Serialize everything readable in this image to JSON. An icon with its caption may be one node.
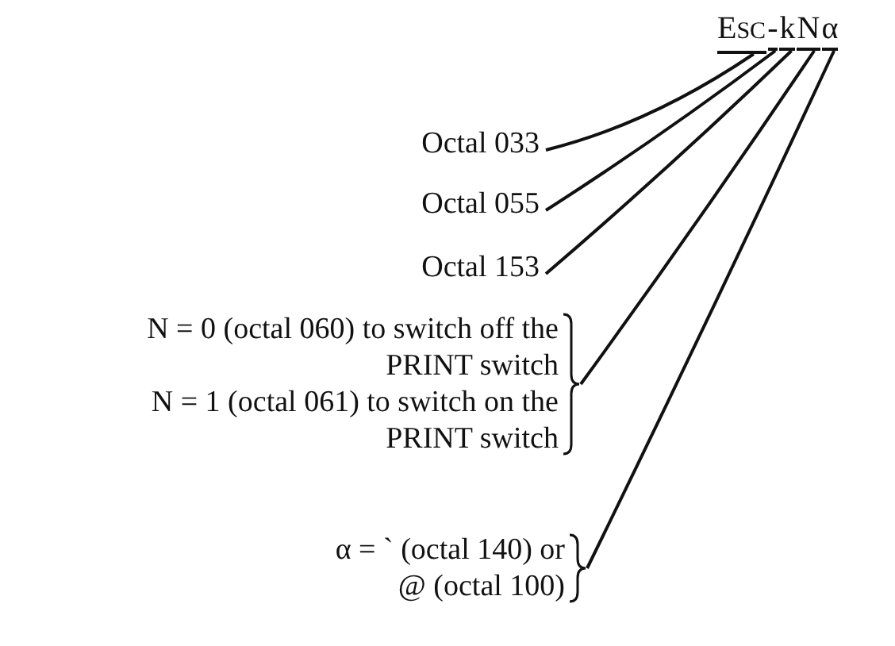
{
  "diagram": {
    "nodes": [
      {
        "text": [
          "ESC"
        ]
      },
      {
        "text": [
          "-"
        ]
      },
      {
        "text": [
          "k"
        ]
      },
      {
        "text": [
          "N"
        ]
      },
      {
        "text": [
          "α"
        ]
      },
      {
        "text": [
          "Octal 033"
        ]
      },
      {
        "text": [
          "Octal 055"
        ]
      },
      {
        "text": [
          "Octal 153"
        ]
      },
      {
        "text": [
          "N = 0 (octal 060) to switch off the PRINT switch",
          "N = 1 (octal 061) to switch on the PRINT switch"
        ]
      },
      {
        "text": [
          "α = ` (octal 140) or @ (octal 100)"
        ]
      }
    ],
    "edges": [
      {
        "from": 5,
        "to": 0,
        "arrow": "none"
      },
      {
        "from": 6,
        "to": 1,
        "arrow": "none"
      },
      {
        "from": 7,
        "to": 2,
        "arrow": "none"
      },
      {
        "from": 8,
        "to": 3,
        "arrow": "none"
      },
      {
        "from": 9,
        "to": 4,
        "arrow": "none"
      }
    ]
  }
}
